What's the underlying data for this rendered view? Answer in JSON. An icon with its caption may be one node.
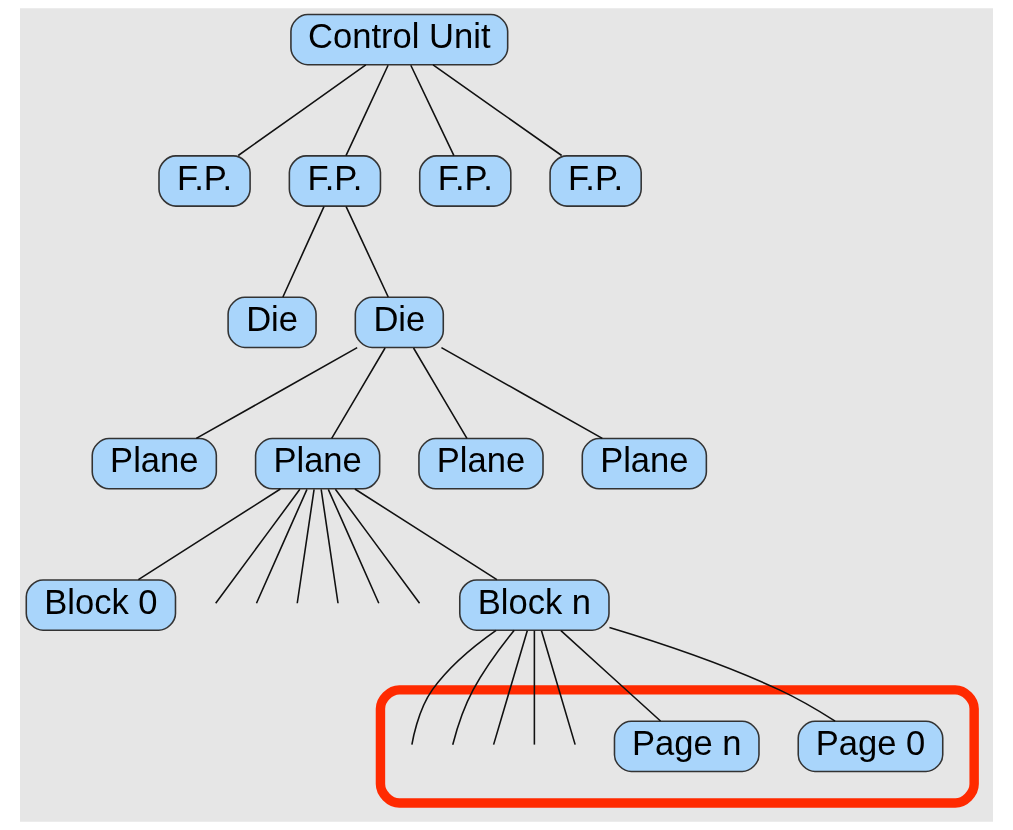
{
  "diagram": {
    "nodes": [
      {
        "text": [
          "Control Unit"
        ]
      },
      {
        "text": [
          "F.P."
        ]
      },
      {
        "text": [
          "F.P."
        ]
      },
      {
        "text": [
          "F.P."
        ]
      },
      {
        "text": [
          "F.P."
        ]
      },
      {
        "text": [
          "Die"
        ]
      },
      {
        "text": [
          "Die"
        ]
      },
      {
        "text": [
          "Plane"
        ]
      },
      {
        "text": [
          "Plane"
        ]
      },
      {
        "text": [
          "Plane"
        ]
      },
      {
        "text": [
          "Plane"
        ]
      },
      {
        "text": [
          "Block 0"
        ]
      },
      {
        "text": [
          "Block n"
        ]
      },
      {
        "text": [],
        "shape": "box"
      },
      {
        "text": [
          "Page 0"
        ],
        "in": 13
      },
      {
        "text": [
          "Page n"
        ],
        "in": 13
      }
    ],
    "edges": [
      {
        "from": 0,
        "to": 1,
        "arrow": "none"
      },
      {
        "from": 0,
        "to": 2,
        "arrow": "none"
      },
      {
        "from": 0,
        "to": 3,
        "arrow": "none"
      },
      {
        "from": 0,
        "to": 4,
        "arrow": "none"
      },
      {
        "from": 2,
        "to": 5,
        "arrow": "none"
      },
      {
        "from": 2,
        "to": 6,
        "arrow": "none"
      },
      {
        "from": 6,
        "to": 7,
        "arrow": "none"
      },
      {
        "from": 6,
        "to": 8,
        "arrow": "none"
      },
      {
        "from": 6,
        "to": 9,
        "arrow": "none"
      },
      {
        "from": 6,
        "to": 10,
        "arrow": "none"
      },
      {
        "from": 8,
        "to": 11,
        "arrow": "none"
      },
      {
        "from": 8,
        "to": null,
        "arrow": "none"
      },
      {
        "from": 8,
        "to": null,
        "arrow": "none"
      },
      {
        "from": 8,
        "to": null,
        "arrow": "none"
      },
      {
        "from": 8,
        "to": null,
        "arrow": "none"
      },
      {
        "from": 8,
        "to": null,
        "arrow": "none"
      },
      {
        "from": 8,
        "to": null,
        "arrow": "none"
      },
      {
        "from": 8,
        "to": 12,
        "arrow": "none"
      },
      {
        "from": 12,
        "to": 14,
        "arrow": "none"
      },
      {
        "from": 12,
        "to": null,
        "arrow": "none"
      },
      {
        "from": 12,
        "to": null,
        "arrow": "none"
      },
      {
        "from": 12,
        "to": null,
        "arrow": "none"
      },
      {
        "from": 12,
        "to": null,
        "arrow": "none"
      },
      {
        "from": 12,
        "to": null,
        "arrow": "none"
      },
      {
        "from": 12,
        "to": 15,
        "arrow": "none"
      }
    ]
  }
}
